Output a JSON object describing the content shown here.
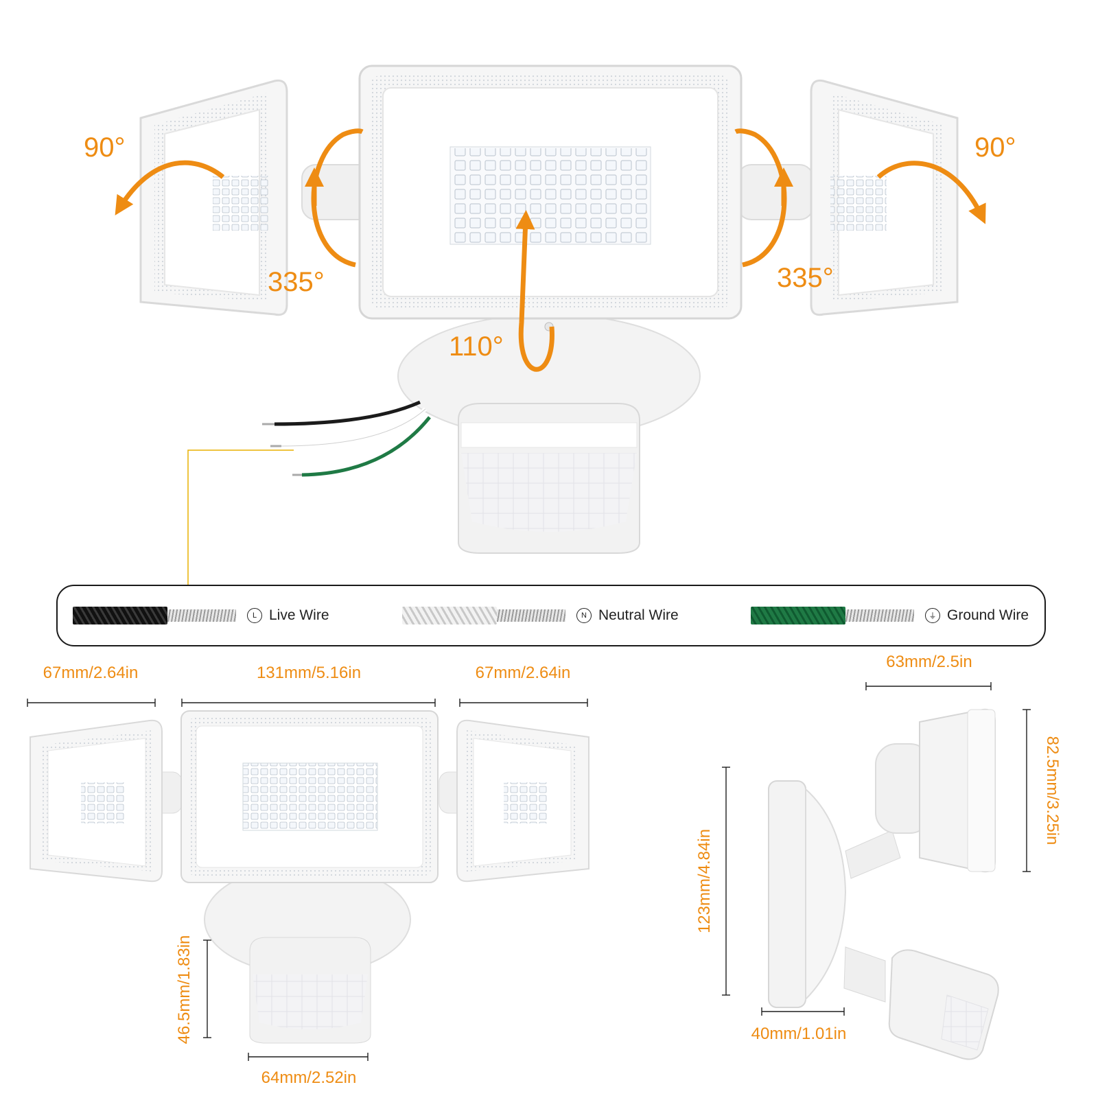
{
  "rotation_labels": {
    "left_tilt": "90°",
    "right_tilt": "90°",
    "left_rotate": "335°",
    "right_rotate": "335°",
    "center_tilt": "110°"
  },
  "wire_legend": [
    {
      "symbol": "L",
      "label": "Live Wire",
      "color": "#1b1b1b"
    },
    {
      "symbol": "N",
      "label": "Neutral Wire",
      "color": "#e9e9e9"
    },
    {
      "symbol": "⏚",
      "label": "Ground Wire",
      "color": "#1f7a45"
    }
  ],
  "dimensions": {
    "left_head_width": "67mm/2.64in",
    "center_head_width": "131mm/5.16in",
    "right_head_width": "67mm/2.64in",
    "sensor_height": "46.5mm/1.83in",
    "sensor_width": "64mm/2.52in",
    "side_head_depth": "63mm/2.5in",
    "side_head_height": "82.5mm/3.25in",
    "base_height": "123mm/4.84in",
    "base_depth": "40mm/1.01in"
  },
  "colors": {
    "accent": "#ee8c13",
    "leader": "#e8b000"
  }
}
